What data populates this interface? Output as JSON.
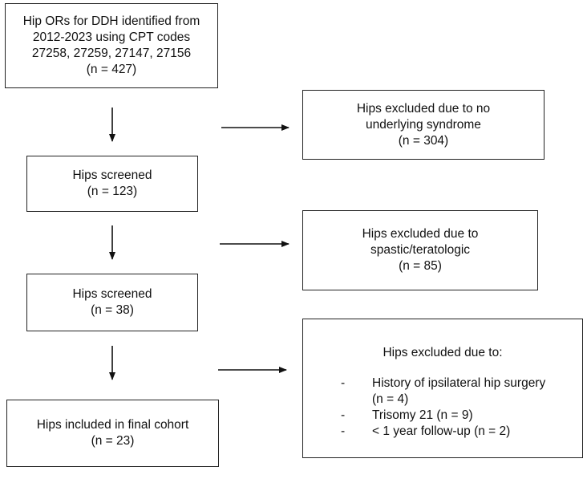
{
  "identified_box": {
    "lines": [
      "Hip ORs for DDH identified from",
      "2012-2023 using CPT codes",
      "27258, 27259, 27147, 27156",
      "(n = 427)"
    ]
  },
  "excluded_1": {
    "lines": [
      "Hips excluded due to no",
      "underlying syndrome",
      "(n = 304)"
    ]
  },
  "screened_1": {
    "lines": [
      "Hips screened",
      "(n = 123)"
    ]
  },
  "excluded_2": {
    "lines": [
      "Hips excluded due to",
      "spastic/teratologic",
      "(n = 85)"
    ]
  },
  "screened_2": {
    "lines": [
      "Hips screened",
      "(n = 38)"
    ]
  },
  "excluded_3": {
    "title": "Hips excluded due to:",
    "reasons": [
      {
        "dash": "-",
        "text": "History of ipsilateral hip surgery",
        "count": "(n = 4)"
      },
      {
        "dash": "-",
        "text": "Trisomy 21 (n = 9)"
      },
      {
        "dash": "-",
        "text": "< 1 year follow-up (n = 2)"
      }
    ]
  },
  "final_cohort": {
    "lines": [
      "Hips included in final cohort",
      "(n = 23)"
    ]
  }
}
